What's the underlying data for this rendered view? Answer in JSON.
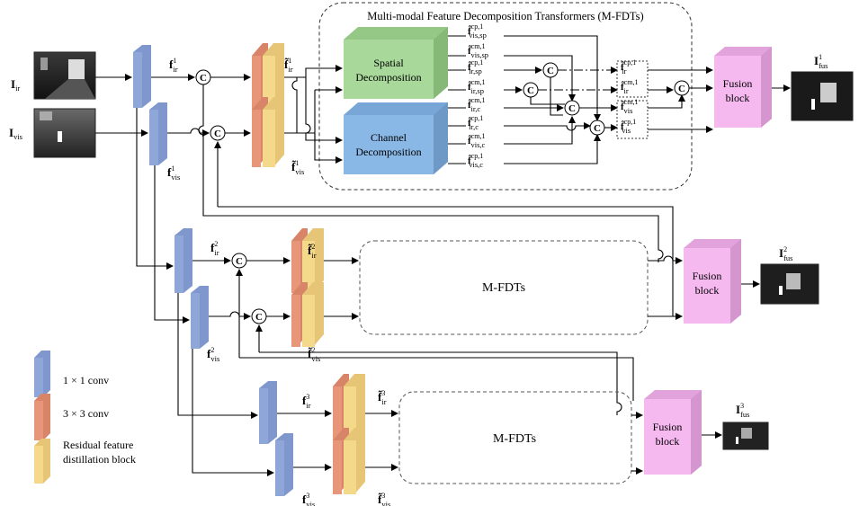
{
  "title": "Multi-modal Feature Decomposition Transformers (M-FDTs)",
  "inputs": {
    "ir": {
      "base": "I",
      "sub": "ir"
    },
    "vis": {
      "base": "I",
      "sub": "vis"
    }
  },
  "concat_symbol": "C",
  "blocks": {
    "spatial": [
      "Spatial",
      "Decomposition"
    ],
    "channel": [
      "Channel",
      "Decomposition"
    ],
    "fusion": [
      "Fusion",
      "block"
    ],
    "mfdt": "M-FDTs"
  },
  "features": {
    "f_ir": [
      {
        "base": "f",
        "sup": "1",
        "sub": "ir"
      },
      {
        "base": "f",
        "sup": "2",
        "sub": "ir"
      },
      {
        "base": "f",
        "sup": "3",
        "sub": "ir"
      }
    ],
    "f_vis": [
      {
        "base": "f",
        "sup": "1",
        "sub": "vis"
      },
      {
        "base": "f",
        "sup": "2",
        "sub": "vis"
      },
      {
        "base": "f",
        "sup": "3",
        "sub": "vis"
      }
    ],
    "ft_ir": [
      {
        "base": "f̃",
        "sup": "1",
        "sub": "ir"
      },
      {
        "base": "f̃",
        "sup": "2",
        "sub": "ir"
      },
      {
        "base": "f̃",
        "sup": "3",
        "sub": "ir"
      }
    ],
    "ft_vis": [
      {
        "base": "f̃",
        "sup": "1",
        "sub": "vis"
      },
      {
        "base": "f̃",
        "sup": "2",
        "sub": "vis"
      },
      {
        "base": "f̃",
        "sup": "3",
        "sub": "vis"
      }
    ],
    "outputs": [
      {
        "base": "I",
        "sup": "1",
        "sub": "fus"
      },
      {
        "base": "I",
        "sup": "2",
        "sub": "fus"
      },
      {
        "base": "I",
        "sup": "3",
        "sub": "fus"
      }
    ]
  },
  "decomposed": [
    {
      "base": "f̂",
      "sup": "cp,1",
      "sub": "vis,sp"
    },
    {
      "base": "f̂",
      "sup": "cm,1",
      "sub": "vis,sp"
    },
    {
      "base": "f̂",
      "sup": "cp,1",
      "sub": "ir,sp"
    },
    {
      "base": "f̂",
      "sup": "cm,1",
      "sub": "ir,sp"
    },
    {
      "base": "f̂",
      "sup": "cm,1",
      "sub": "ir,c"
    },
    {
      "base": "f̂",
      "sup": "cp,1",
      "sub": "ir,c"
    },
    {
      "base": "f̂",
      "sup": "cm,1",
      "sub": "vis,c"
    },
    {
      "base": "f̂",
      "sup": "cp,1",
      "sub": "vis,c"
    }
  ],
  "combined": [
    {
      "base": "f̂",
      "sup": "cp,1",
      "sub": "ir"
    },
    {
      "base": "f̂",
      "sup": "cm,1",
      "sub": "ir"
    },
    {
      "base": "f̂",
      "sup": "cm,1",
      "sub": "vis"
    },
    {
      "base": "f̂",
      "sup": "cp,1",
      "sub": "vis"
    }
  ],
  "legend": [
    {
      "label": "1 × 1 conv",
      "color": "#8ea6d8"
    },
    {
      "label": "3 × 3 conv",
      "color": "#e8967a"
    },
    {
      "label": "Residual feature",
      "label2": "distillation block",
      "color": "#f5d98a"
    }
  ],
  "colors": {
    "conv1": "#8ea6d8",
    "conv3": "#e8967a",
    "rfdb": "#f5d98a",
    "spatial": "#a8d89a",
    "channel": "#8ab8e6",
    "fusion": "#f5b8ef"
  }
}
